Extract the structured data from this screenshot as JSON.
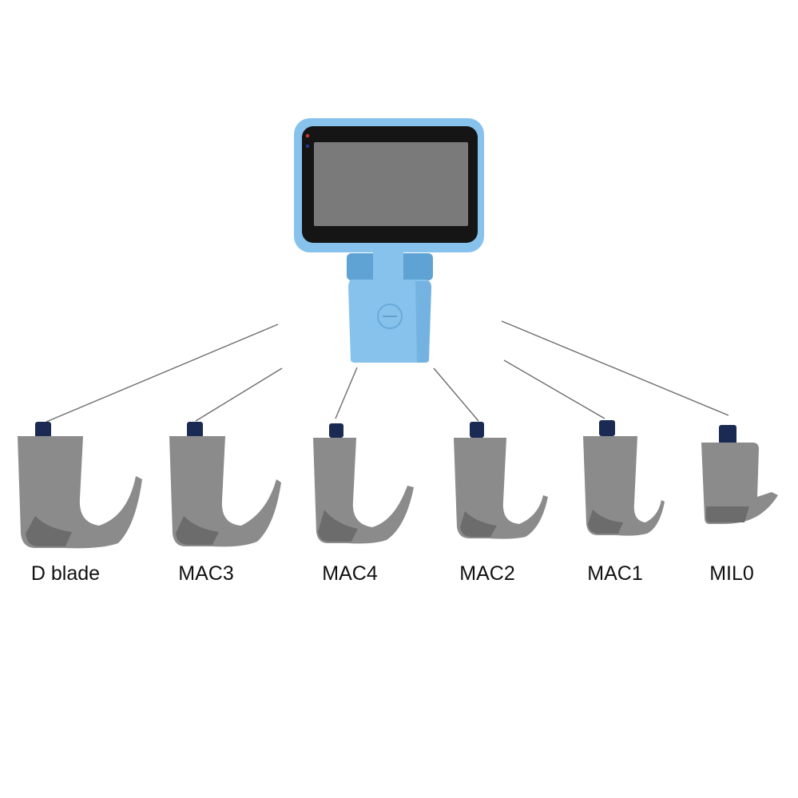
{
  "device": {
    "icon": "video-laryngoscope-monitor",
    "body_color": "#86c2ec",
    "body_shadow_color": "#5fa2d4",
    "screen_frame_color": "#151515",
    "screen_color": "#7a7a7a",
    "power_button_icon": "power-button-icon"
  },
  "connector_color": "#6d6d6d",
  "blade_color": "#8b8b8b",
  "blade_shadow_color": "#6c6c6c",
  "blade_cap_color": "#1b2a52",
  "blades": [
    {
      "label": "D blade",
      "icon": "laryngoscope-blade-icon"
    },
    {
      "label": "MAC3",
      "icon": "laryngoscope-blade-icon"
    },
    {
      "label": "MAC4",
      "icon": "laryngoscope-blade-icon"
    },
    {
      "label": "MAC2",
      "icon": "laryngoscope-blade-icon"
    },
    {
      "label": "MAC1",
      "icon": "laryngoscope-blade-icon"
    },
    {
      "label": "MIL0",
      "icon": "laryngoscope-blade-icon"
    }
  ]
}
